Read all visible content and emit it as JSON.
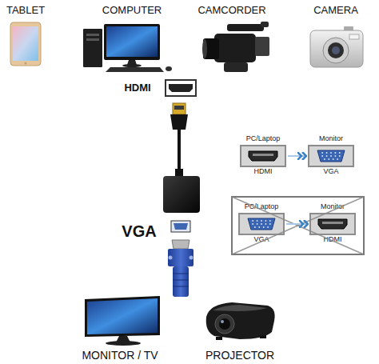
{
  "diagram": {
    "nodes": [
      {
        "text": [
          "PC/Laptop",
          "HDMI"
        ]
      },
      {
        "text": [
          "Monitor",
          "VGA"
        ]
      },
      {
        "text": [
          "PC/Laptop",
          "VGA"
        ]
      },
      {
        "text": [
          "Monitor",
          "HDMI"
        ]
      }
    ],
    "edges": [
      {
        "from": 0,
        "to": 1,
        "arrow": "to"
      },
      {
        "from": 2,
        "to": 3,
        "arrow": "to"
      }
    ],
    "labels": [
      "TABLET",
      "COMPUTER",
      "CAMCORDER",
      "CAMERA",
      "HDMI",
      "VGA",
      "MONITOR / TV",
      "PROJECTOR"
    ]
  }
}
